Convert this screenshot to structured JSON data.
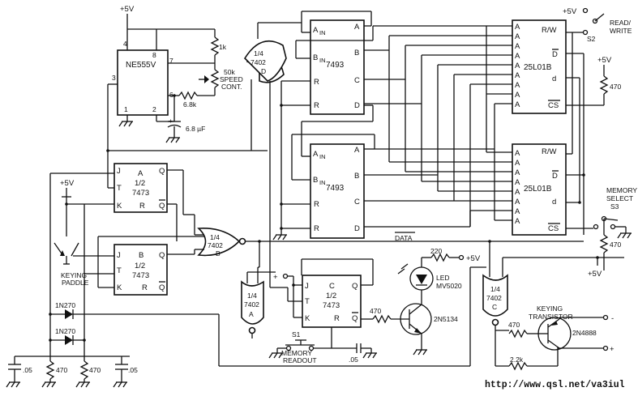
{
  "supply": {
    "plus5v": "+5V"
  },
  "ne555": {
    "name": "NE555V",
    "pins": {
      "p4": "4",
      "p8": "8",
      "p3": "3",
      "p7": "7",
      "p6": "6",
      "p1": "1",
      "p2": "2"
    }
  },
  "parts": {
    "r1k": "1k",
    "pot": "50k",
    "pot_label1": "SPEED",
    "pot_label2": "CONT.",
    "r68k": "6.8k",
    "c68uf": "6.8 µF",
    "cap_plus": "+",
    "r220": "220",
    "led_label": "LED",
    "led_part": "MV5020",
    "r470_a": "470",
    "r470_b": "470",
    "r470_c": "470",
    "r470_d": "470",
    "r470_e": "470",
    "r470_f": "470",
    "r22k": "2.2k",
    "q1": "2N5134",
    "q2": "2N4888",
    "diode": "1N270",
    "c05": ".05",
    "minus": "-",
    "plus": "+"
  },
  "gates": {
    "nor_d": {
      "frac": "1/4",
      "part": "7402",
      "unit": "D"
    },
    "nor_b": {
      "frac": "1/4",
      "part": "7402",
      "unit": "B"
    },
    "nor_a": {
      "frac": "1/4",
      "part": "7402",
      "unit": "A"
    },
    "nor_c": {
      "frac": "1/4",
      "part": "7402",
      "unit": "C"
    }
  },
  "ff": {
    "a": {
      "unit": "A",
      "frac": "1/2",
      "part": "7473"
    },
    "b": {
      "unit": "B",
      "frac": "1/2",
      "part": "7473"
    },
    "c": {
      "unit": "C",
      "frac": "1/2",
      "part": "7473"
    },
    "pins": {
      "j": "J",
      "t": "T",
      "k": "K",
      "q": "Q",
      "qbar": "Q",
      "r": "R"
    }
  },
  "counters": {
    "part": "7493",
    "pins": {
      "ain": "A",
      "bin": "B",
      "in": "IN",
      "r": "R",
      "a": "A",
      "b": "B",
      "c": "C",
      "d": "D"
    }
  },
  "ram": {
    "part": "25L01B",
    "pins": {
      "a": "A",
      "rw": "R/W",
      "dout": "D",
      "din": "d",
      "cs": "CS"
    }
  },
  "switches": {
    "s2_name": "S2",
    "s2_label1": "READ/",
    "s2_label2": "WRITE",
    "s3_label1": "MEMORY",
    "s3_label2": "SELECT",
    "s3_name": "S3",
    "s1_name": "S1",
    "s1_label1": "MEMORY",
    "s1_label2": "READOUT"
  },
  "labels": {
    "paddle1": "KEYING",
    "paddle2": "PADDLE",
    "data": "DATA",
    "keying1": "KEYING",
    "keying2": "TRANSISTOR"
  },
  "credit": "http://www.qsl.net/va3iul"
}
